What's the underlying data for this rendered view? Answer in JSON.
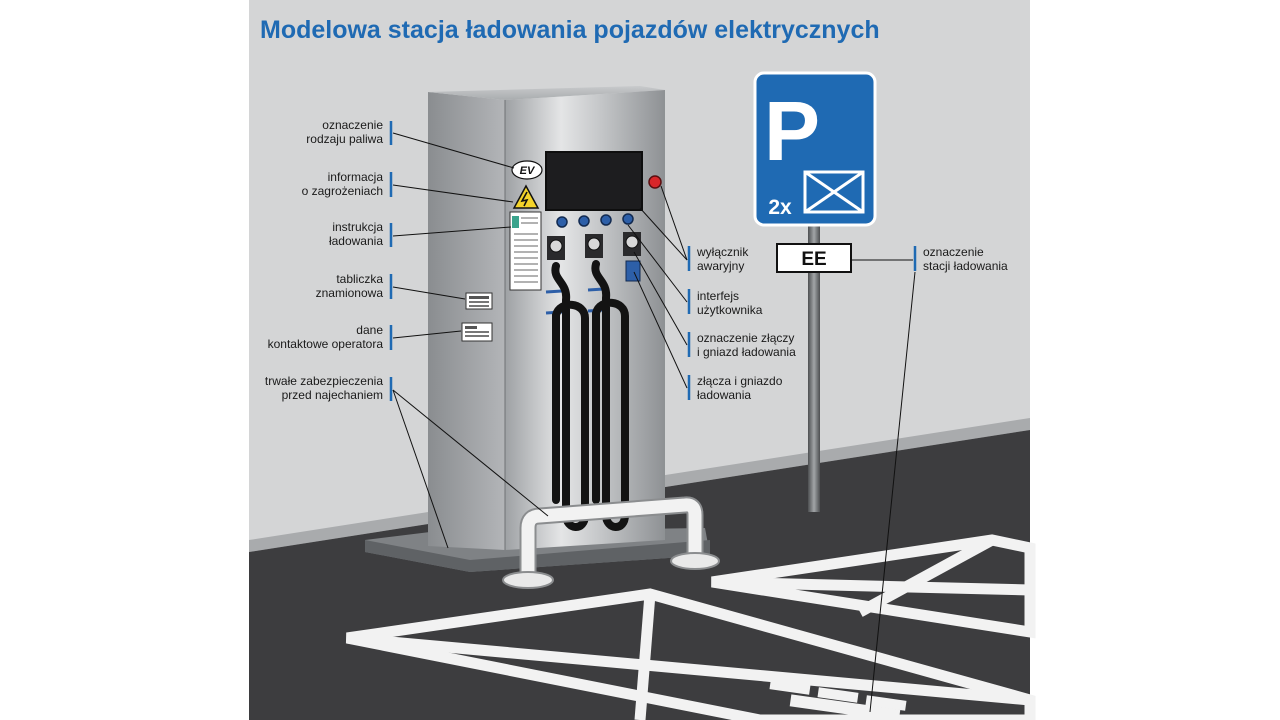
{
  "title": "Modelowa stacja ładowania pojazdów elektrycznych",
  "sign": {
    "symbol": "P",
    "count": "2x"
  },
  "station_plate": "EE",
  "ev_badge": "EV",
  "labels": {
    "fuel_marking": [
      "oznaczenie",
      "rodzaju paliwa"
    ],
    "hazard_info": [
      "informacja",
      "o zagrożeniach"
    ],
    "charging_instructions": [
      "instrukcja",
      "ładowania"
    ],
    "rating_plate": [
      "tabliczka",
      "znamionowa"
    ],
    "operator_contact": [
      "dane",
      "kontaktowe operatora"
    ],
    "collision_protection": [
      "trwałe zabezpieczenia",
      "przed najechaniem"
    ],
    "emergency_switch": [
      "wyłącznik",
      "awaryjny"
    ],
    "user_interface": [
      "interfejs",
      "użytkownika"
    ],
    "connector_marking": [
      "oznaczenie złączy",
      "i gniazd ładowania"
    ],
    "connectors": [
      "złącza i gniazdo",
      "ładowania"
    ],
    "station_marking": [
      "oznaczenie",
      "stacji ładowania"
    ]
  },
  "colors": {
    "accent": "#1f6ab3",
    "wall": "#d4d5d6",
    "floor": "#3d3d3f",
    "sign_blue": "#1f6ab3"
  }
}
